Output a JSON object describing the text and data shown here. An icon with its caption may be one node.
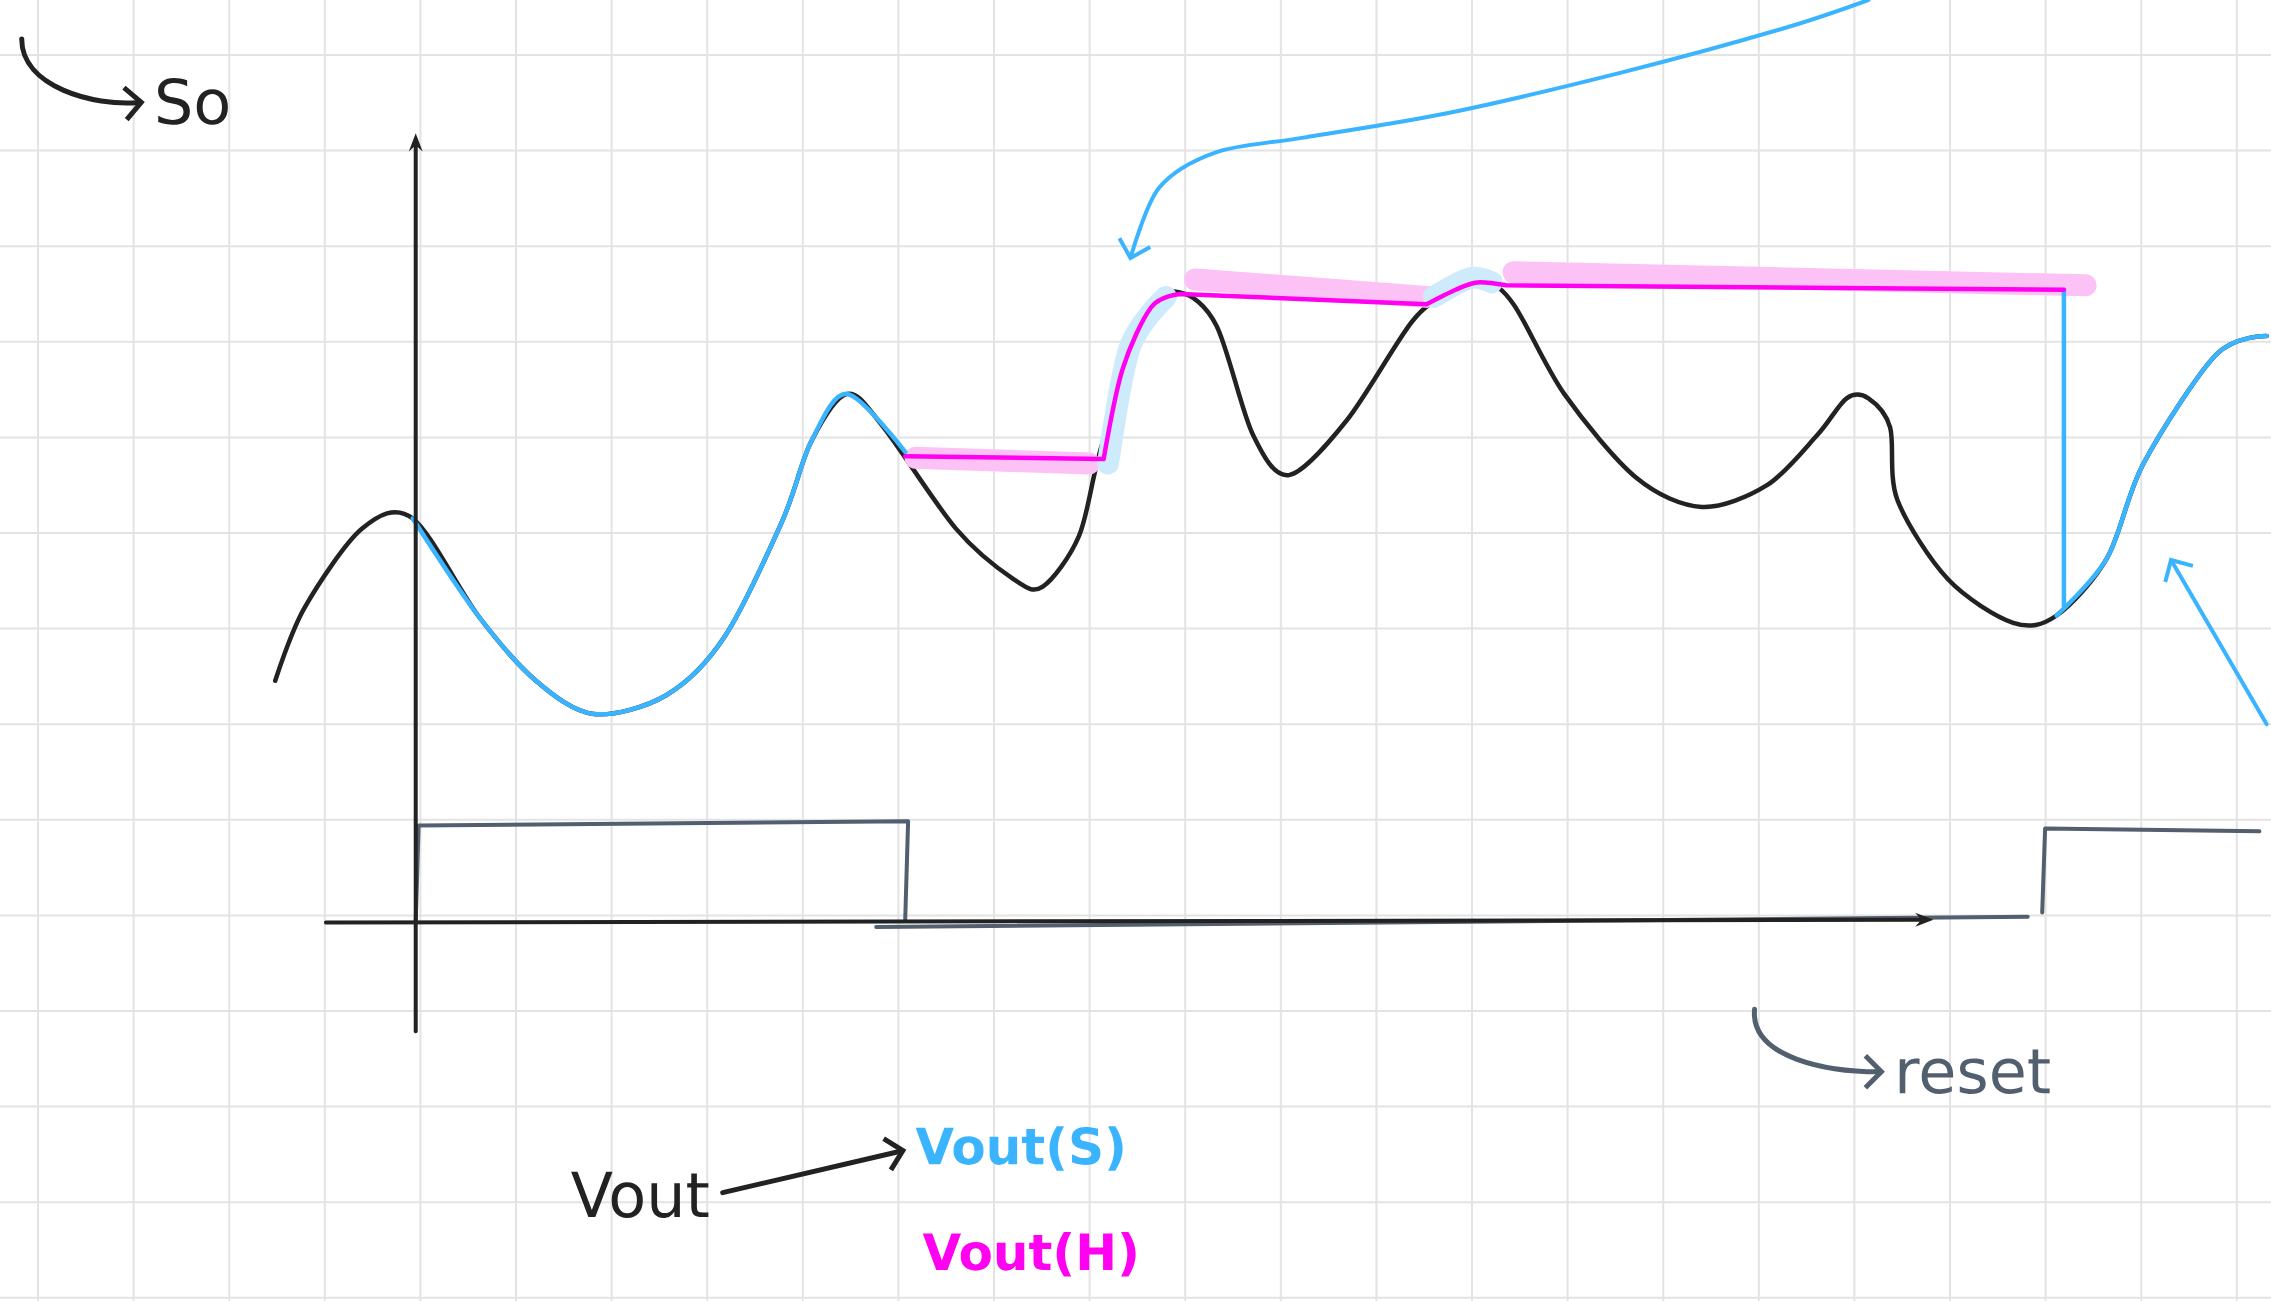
{
  "diagram": {
    "nodes": [
      {
        "text": [
          "So"
        ]
      },
      {
        "text": [
          "Vout"
        ]
      },
      {
        "text": [
          "Vout(S)"
        ]
      },
      {
        "text": [
          "Vout(H)"
        ]
      },
      {
        "text": [
          "reset"
        ]
      }
    ],
    "edges": [
      {
        "from": null,
        "to": 0,
        "arrow": "to"
      },
      {
        "from": 1,
        "to": 2,
        "arrow": "to"
      },
      {
        "from": null,
        "to": 4,
        "arrow": "to",
        "color": "#525f6e"
      }
    ]
  }
}
